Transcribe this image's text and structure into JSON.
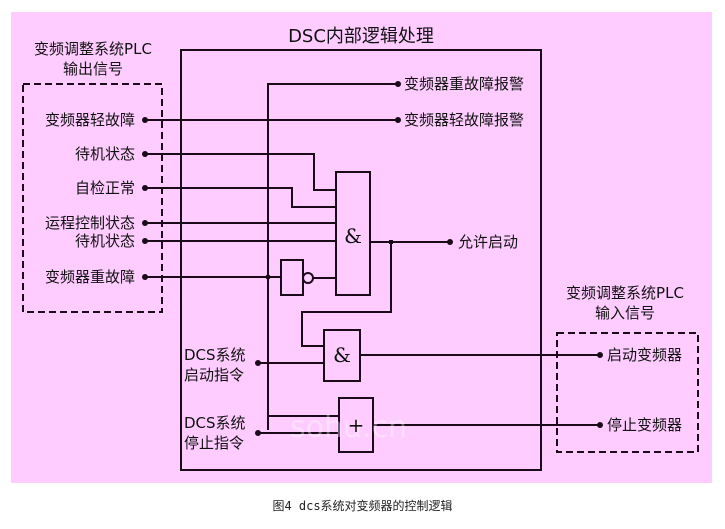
{
  "diagram": {
    "title": "DSC内部逻辑处理",
    "left_group": {
      "title_line1": "变频调整系统PLC",
      "title_line2": "输出信号",
      "inputs": [
        "变频器轻故障",
        "待机状态",
        "自检正常",
        "运程控制状态",
        "待机状态",
        "变频器重故障"
      ]
    },
    "internal_outputs": [
      "变频器重故障报警",
      "变频器轻故障报警",
      "允许启动"
    ],
    "dcs_commands": {
      "start_line1": "DCS系统",
      "start_line2": "启动指令",
      "stop_line1": "DCS系统",
      "stop_line2": "停止指令"
    },
    "gates": {
      "and_symbol": "&",
      "or_symbol": "+"
    },
    "right_group": {
      "title_line1": "变频调整系统PLC",
      "title_line2": "输入信号",
      "outputs": [
        "启动变频器",
        "停止变频器"
      ]
    },
    "watermark": "sohu.cn",
    "caption": "图4 dcs系统对变频器的控制逻辑"
  },
  "colors": {
    "background": "#ffccff",
    "line": "#1a0a1a"
  }
}
